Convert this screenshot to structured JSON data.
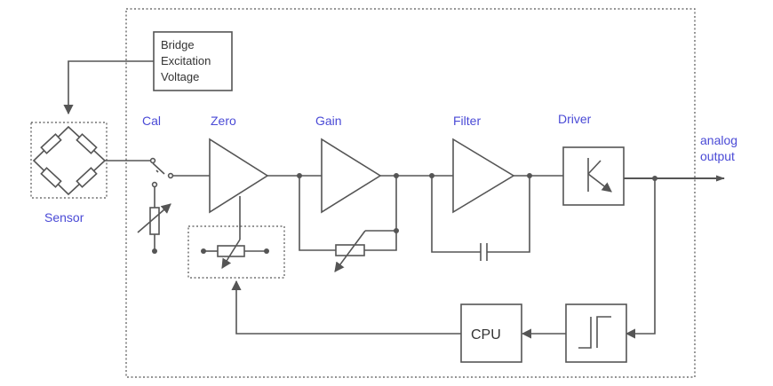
{
  "labels": {
    "bridge_excitation": [
      "Bridge",
      "Excitation",
      "Voltage"
    ],
    "sensor": "Sensor",
    "cal": "Cal",
    "zero": "Zero",
    "gain": "Gain",
    "filter": "Filter",
    "driver": "Driver",
    "analog_output": [
      "analog",
      "output"
    ],
    "cpu": "CPU"
  },
  "colors": {
    "line": "#555555",
    "label_blue": "#4a4ad6",
    "text_dark": "#333333"
  }
}
